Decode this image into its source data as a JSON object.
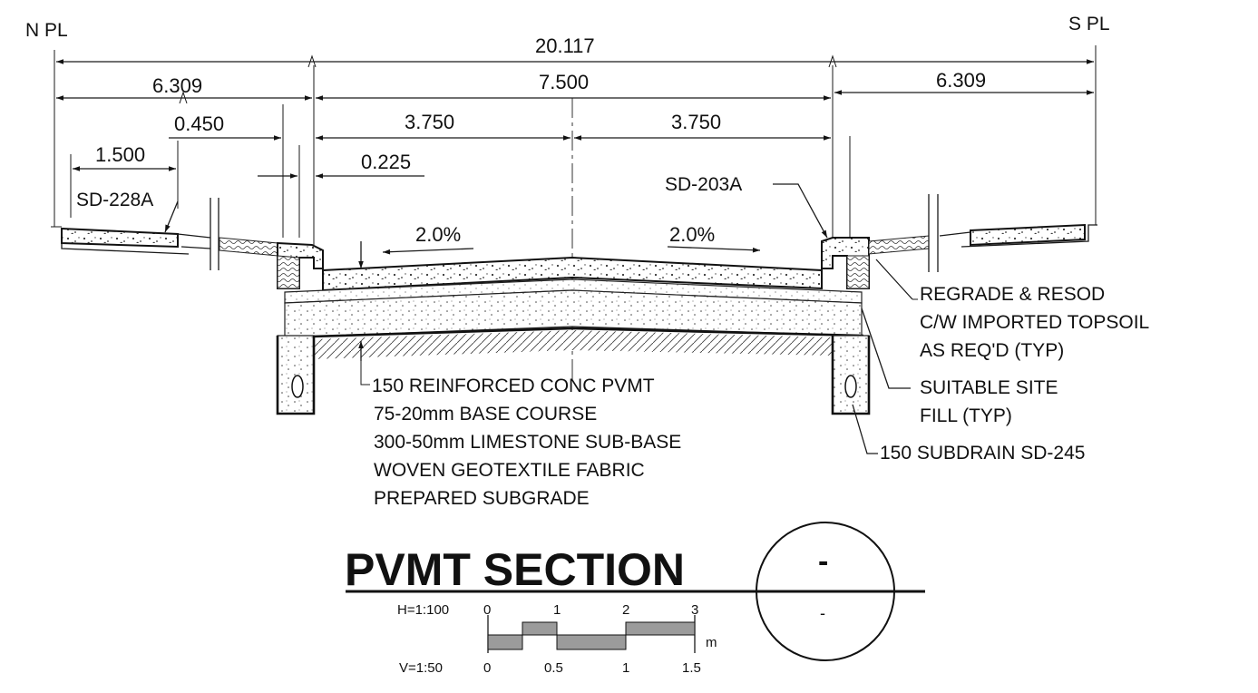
{
  "labels": {
    "north_pl": "N PL",
    "south_pl": "S PL",
    "dim_overall": "20.117",
    "dim_left_blvd": "6.309",
    "dim_road": "7.500",
    "dim_right_blvd": "6.309",
    "dim_half_left": "3.750",
    "dim_half_right": "3.750",
    "dim_0450": "0.450",
    "dim_0225": "0.225",
    "dim_1500": "1.500",
    "slope_left": "2.0%",
    "slope_right": "2.0%",
    "sd_228a": "SD-228A",
    "sd_203a": "SD-203A"
  },
  "pavement_layers": [
    "150 REINFORCED CONC PVMT",
    "75-20mm BASE COURSE",
    "300-50mm LIMESTONE SUB-BASE",
    "WOVEN GEOTEXTILE FABRIC",
    "PREPARED SUBGRADE"
  ],
  "notes_right": {
    "regrade": [
      "REGRADE & RESOD",
      "C/W IMPORTED TOPSOIL",
      "AS REQ'D (TYP)"
    ],
    "fill": [
      "SUITABLE SITE",
      "FILL (TYP)"
    ],
    "subdrain": "150 SUBDRAIN SD-245"
  },
  "title_block": {
    "title": "PVMT SECTION",
    "detail_top": "-",
    "detail_bottom": "-"
  },
  "scale_bar": {
    "h_label": "H=1:100",
    "v_label": "V=1:50",
    "h_ticks": [
      "0",
      "1",
      "2",
      "3"
    ],
    "v_ticks": [
      "0",
      "0.5",
      "1",
      "1.5"
    ],
    "unit": "m"
  }
}
